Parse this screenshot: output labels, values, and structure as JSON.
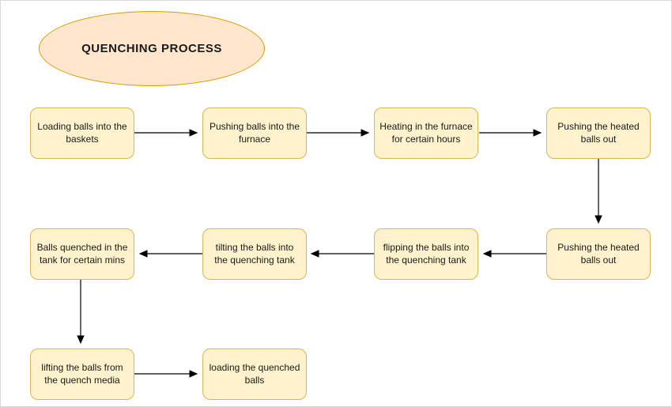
{
  "diagram": {
    "title": "QUENCHING PROCESS",
    "nodes": [
      {
        "id": "load-baskets",
        "label": "Loading balls into the baskets"
      },
      {
        "id": "push-furnace",
        "label": "Pushing balls into the furnace"
      },
      {
        "id": "heat-furnace",
        "label": "Heating in the furnace for certain hours"
      },
      {
        "id": "push-out-top",
        "label": "Pushing the heated balls out"
      },
      {
        "id": "push-out-mid",
        "label": "Pushing the heated balls out"
      },
      {
        "id": "flip-into-tank",
        "label": "flipping the balls into the quenching tank"
      },
      {
        "id": "tilt-into-tank",
        "label": "tilting the balls into the quenching tank"
      },
      {
        "id": "quench-in-tank",
        "label": "Balls quenched in the tank for certain mins"
      },
      {
        "id": "lift-from-media",
        "label": "lifting the balls from the quench media"
      },
      {
        "id": "load-quenched",
        "label": "loading the quenched balls"
      }
    ],
    "colors": {
      "node_fill": "#FFF2CC",
      "node_border": "#D6B656",
      "ellipse_fill": "#FFE6CC",
      "ellipse_border": "#D79B00",
      "arrow": "#000000",
      "text": "#1A1A1A"
    }
  }
}
